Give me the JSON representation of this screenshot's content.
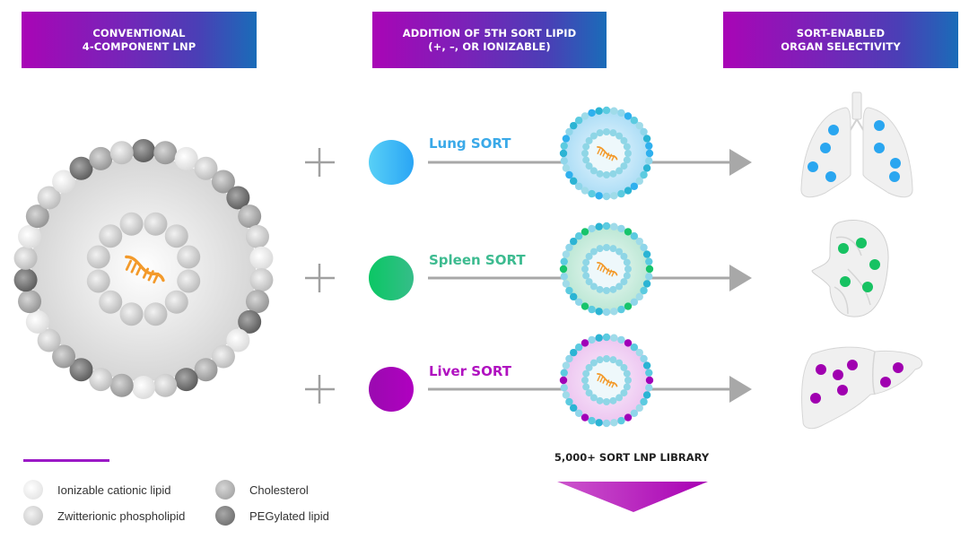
{
  "headers": [
    {
      "title": "CONVENTIONAL\n4-COMPONENT LNP"
    },
    {
      "title": "ADDITION OF 5TH SORT LIPID\n(+, –, OR IONIZABLE)"
    },
    {
      "title": "SORT-ENABLED\nORGAN SELECTIVITY"
    }
  ],
  "header_gradient": [
    "#a905b6",
    "#1a6cb8"
  ],
  "conventional_lnp": {
    "cargo_icon": "mrna-strand-icon",
    "cargo_color": "#f39a2b"
  },
  "sort_rows": [
    {
      "label": "Lung SORT",
      "color": "#2fb0ee",
      "label_color": "#3aa9e8",
      "organ": "lung",
      "organ_icon": "lung-icon",
      "dot_color": "#2aa6f0"
    },
    {
      "label": "Spleen SORT",
      "color": "#17c46b",
      "label_color": "#3dbb90",
      "organ": "spleen",
      "organ_icon": "spleen-icon",
      "dot_color": "#17c262"
    },
    {
      "label": "Liver SORT",
      "color": "#a000b8",
      "label_color": "#b012c0",
      "organ": "liver",
      "organ_icon": "liver-icon",
      "dot_color": "#a000b0"
    }
  ],
  "legend": {
    "items": [
      {
        "label": "Ionizable cationic lipid",
        "color": "#e6e6e6"
      },
      {
        "label": "Zwitterionic phospholipid",
        "color": "#c9c9c9"
      },
      {
        "label": "Cholesterol",
        "color": "#a9a9a9"
      },
      {
        "label": "PEGylated lipid",
        "color": "#777777"
      }
    ]
  },
  "library": {
    "label": "5,000+ SORT LNP LIBRARY",
    "arrow_icon": "down-arrow-icon"
  }
}
